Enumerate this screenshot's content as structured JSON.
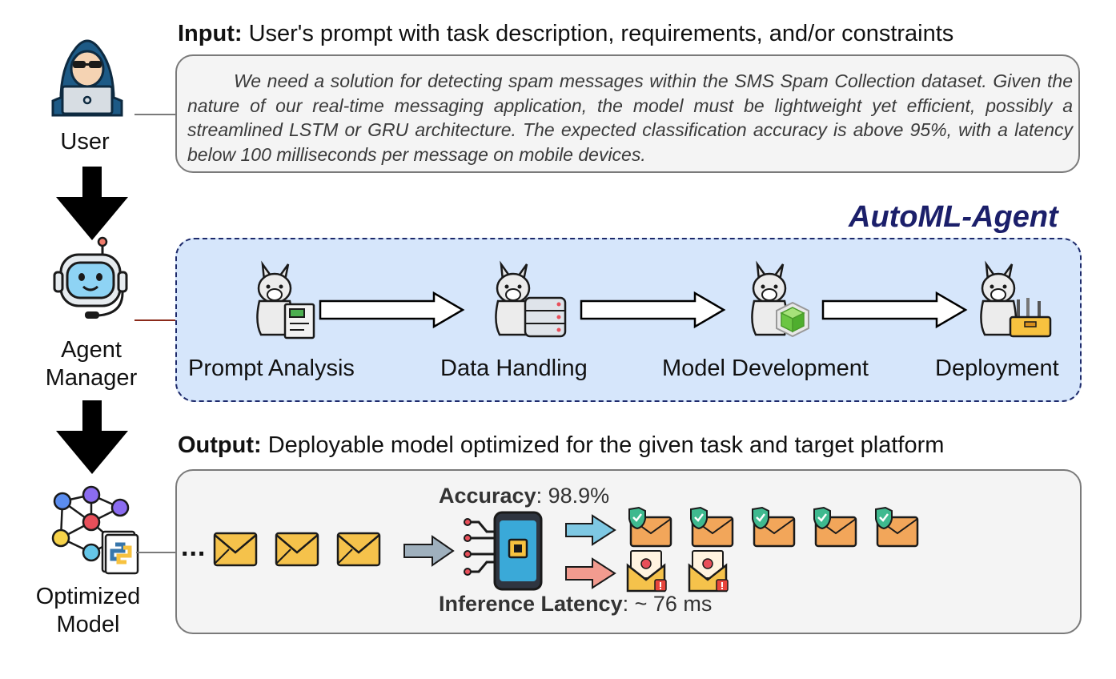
{
  "input": {
    "label": "Input:",
    "text": " User's prompt with task description, requirements, and/or constraints",
    "prompt": "We need a solution for detecting spam messages within the SMS Spam Collection dataset. Given the nature of our real-time messaging application, the model must be lightweight yet efficient, possibly a streamlined LSTM or GRU architecture. The expected classification accuracy is above 95%, with a latency below 100 milliseconds per message on mobile devices."
  },
  "agent": {
    "title": "AutoML-Agent",
    "stages": [
      {
        "label": "Prompt Analysis",
        "icon": "llama-document-icon"
      },
      {
        "label": "Data Handling",
        "icon": "llama-database-icon"
      },
      {
        "label": "Model Development",
        "icon": "llama-cube-icon"
      },
      {
        "label": "Deployment",
        "icon": "llama-toolbox-icon"
      }
    ]
  },
  "output": {
    "label": "Output:",
    "text": " Deployable model optimized for the given task and target platform",
    "accuracy_label": "Accuracy",
    "accuracy_value": ": 98.9%",
    "latency_label": "Inference Latency",
    "latency_value": ": ~ 76 ms",
    "ellipsis": "..."
  },
  "sidebar": {
    "user": "User",
    "manager_line1": "Agent",
    "manager_line2": "Manager",
    "model_line1": "Optimized",
    "model_line2": "Model"
  },
  "colors": {
    "agent_bg": "#d6e6fb",
    "agent_border": "#1d2a6b",
    "title": "#1b1f6a",
    "envelope": "#f5c24b",
    "safe_arrow": "#7ec8e3",
    "spam_arrow": "#f29b8f"
  }
}
